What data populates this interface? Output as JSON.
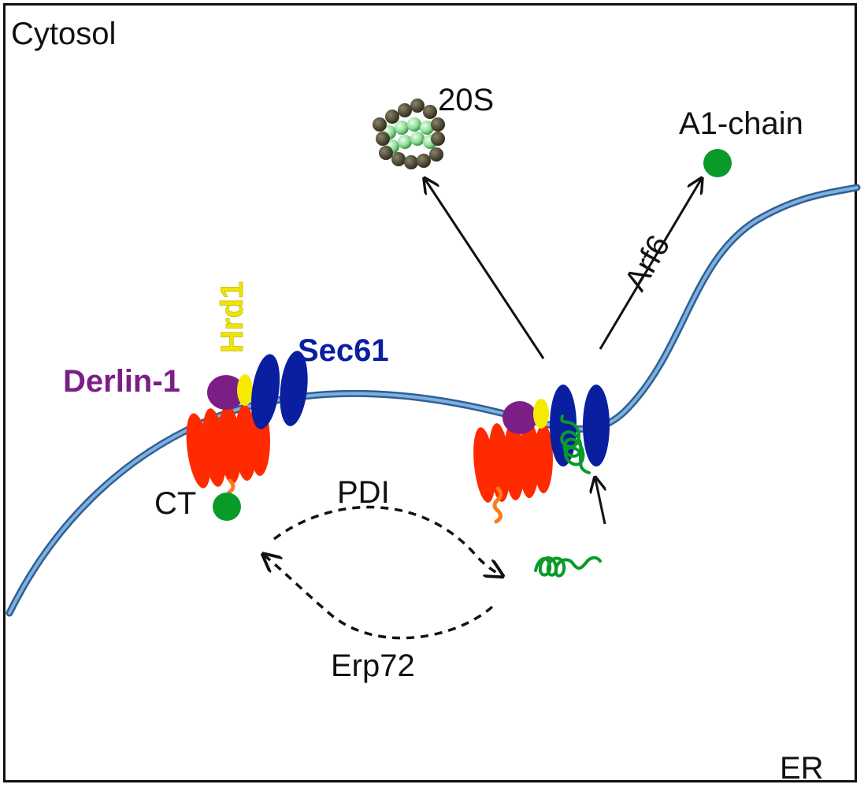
{
  "regions": {
    "cytosol": "Cytosol",
    "er": "ER"
  },
  "proteins": {
    "derlin": "Derlin-1",
    "hrd1": "Hrd1",
    "sec61": "Sec61",
    "ct": "CT",
    "proteasome": "20S",
    "a1_chain": "A1-chain"
  },
  "factors": {
    "pdi": "PDI",
    "erp72": "Erp72",
    "arf6": "Arf6"
  },
  "colors": {
    "membrane": "#4f86c0",
    "membrane_dark": "#2f5f93",
    "derlin": "#7b1f86",
    "hrd1": "#f5ea00",
    "sec61": "#0a1fa0",
    "red_subunits": "#ff2a00",
    "toxin_green": "#0a9a2a",
    "tail_orange": "#ff7a1a",
    "proteasome_dark": "#3a3626",
    "proteasome_light": "#9fe3a8"
  }
}
